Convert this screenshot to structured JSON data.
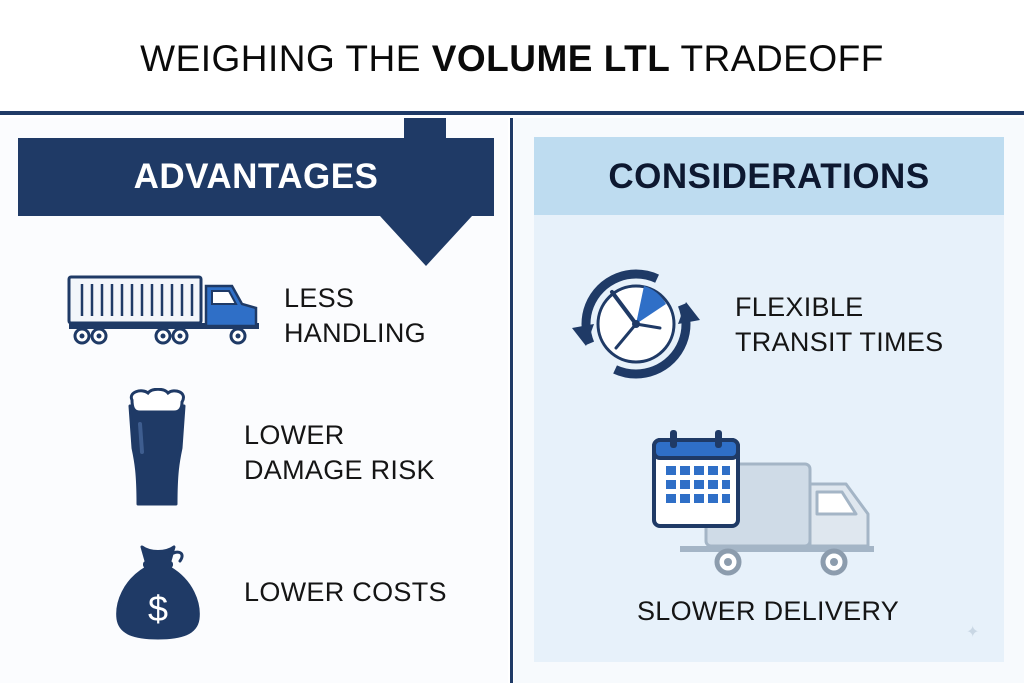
{
  "title": {
    "part1": "WEIGHING THE",
    "part2": "VOLUME LTL",
    "part3": "TRADEOFF"
  },
  "colors": {
    "navy": "#1f3a66",
    "blue": "#2f6fc7",
    "light_blue": "#bedcf0",
    "panel_blue": "#e7f1fa"
  },
  "advantages": {
    "header": "ADVANTAGES",
    "items": [
      {
        "icon": "truck-icon",
        "lines": [
          "LESS",
          "HANDLING"
        ]
      },
      {
        "icon": "glass-icon",
        "lines": [
          "LOWER",
          "DAMAGE RISK"
        ]
      },
      {
        "icon": "money-bag-icon",
        "lines": [
          "LOWER COSTS"
        ]
      }
    ]
  },
  "considerations": {
    "header": "CONSIDERATIONS",
    "items": [
      {
        "icon": "clock-icon",
        "lines": [
          "FLEXIBLE",
          "TRANSIT TIMES"
        ]
      },
      {
        "icon": "calendar-truck-icon",
        "lines": [
          "SLOWER DELIVERY"
        ]
      }
    ]
  }
}
